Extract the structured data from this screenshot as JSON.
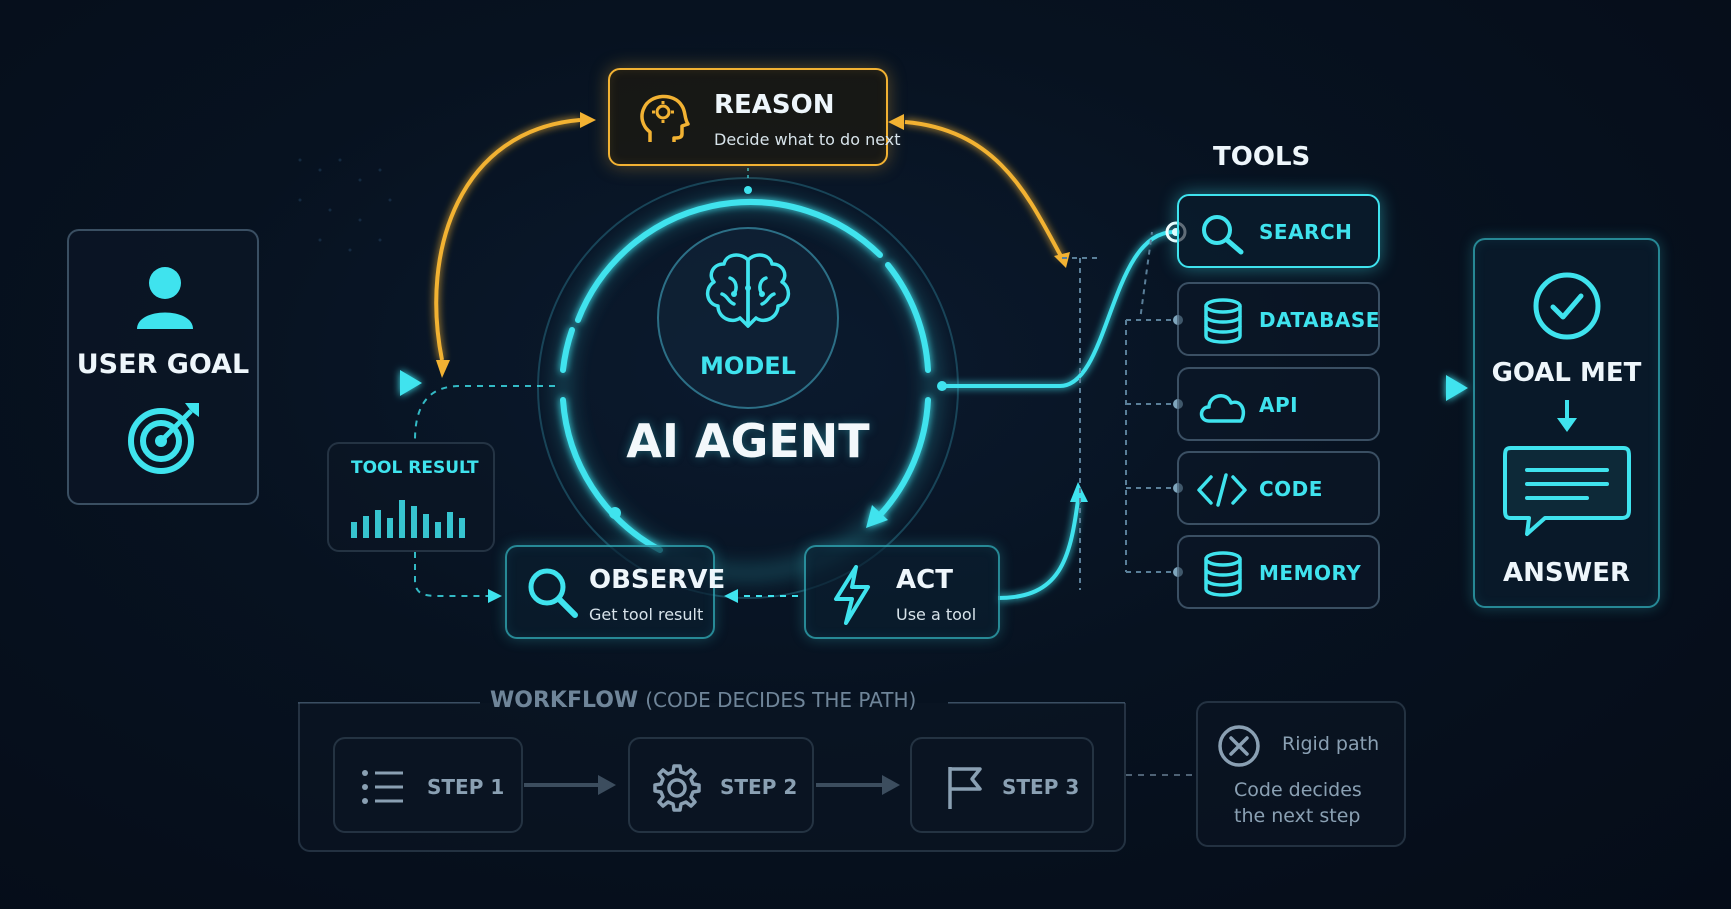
{
  "user_goal": {
    "label": "USER GOAL",
    "icons": [
      "user-icon",
      "target-icon"
    ]
  },
  "reason": {
    "title": "REASON",
    "subtitle": "Decide what to do next",
    "icon": "head-gear-icon"
  },
  "agent": {
    "model_label": "MODEL",
    "title": "AI AGENT",
    "icon": "brain-icon"
  },
  "observe": {
    "title": "OBSERVE",
    "subtitle": "Get tool result",
    "icon": "magnifier-icon"
  },
  "act": {
    "title": "ACT",
    "subtitle": "Use a tool",
    "icon": "lightning-icon"
  },
  "tool_result": {
    "label": "TOOL RESULT",
    "icon": "bar-chart-icon"
  },
  "tools": {
    "heading": "TOOLS",
    "items": [
      {
        "label": "SEARCH",
        "icon": "search-icon"
      },
      {
        "label": "DATABASE",
        "icon": "database-icon"
      },
      {
        "label": "API",
        "icon": "cloud-icon"
      },
      {
        "label": "CODE",
        "icon": "code-icon"
      },
      {
        "label": "MEMORY",
        "icon": "memory-icon"
      }
    ]
  },
  "result": {
    "goal_met": "GOAL MET",
    "answer": "ANSWER",
    "icons": [
      "check-circle-icon",
      "chat-bubble-icon"
    ]
  },
  "workflow": {
    "heading": "WORKFLOW",
    "heading_note": "(CODE DECIDES THE PATH)",
    "steps": [
      {
        "label": "STEP 1",
        "icon": "list-icon"
      },
      {
        "label": "STEP 2",
        "icon": "gear-icon"
      },
      {
        "label": "STEP 3",
        "icon": "flag-icon"
      }
    ],
    "rigid": {
      "title": "Rigid path",
      "line1": "Code decides",
      "line2": "the next step",
      "icon": "x-circle-icon"
    }
  },
  "colors": {
    "cyan": "#3fe3ee",
    "orange": "#f2b233",
    "muted": "#8aa0b3",
    "background": "#071220"
  }
}
